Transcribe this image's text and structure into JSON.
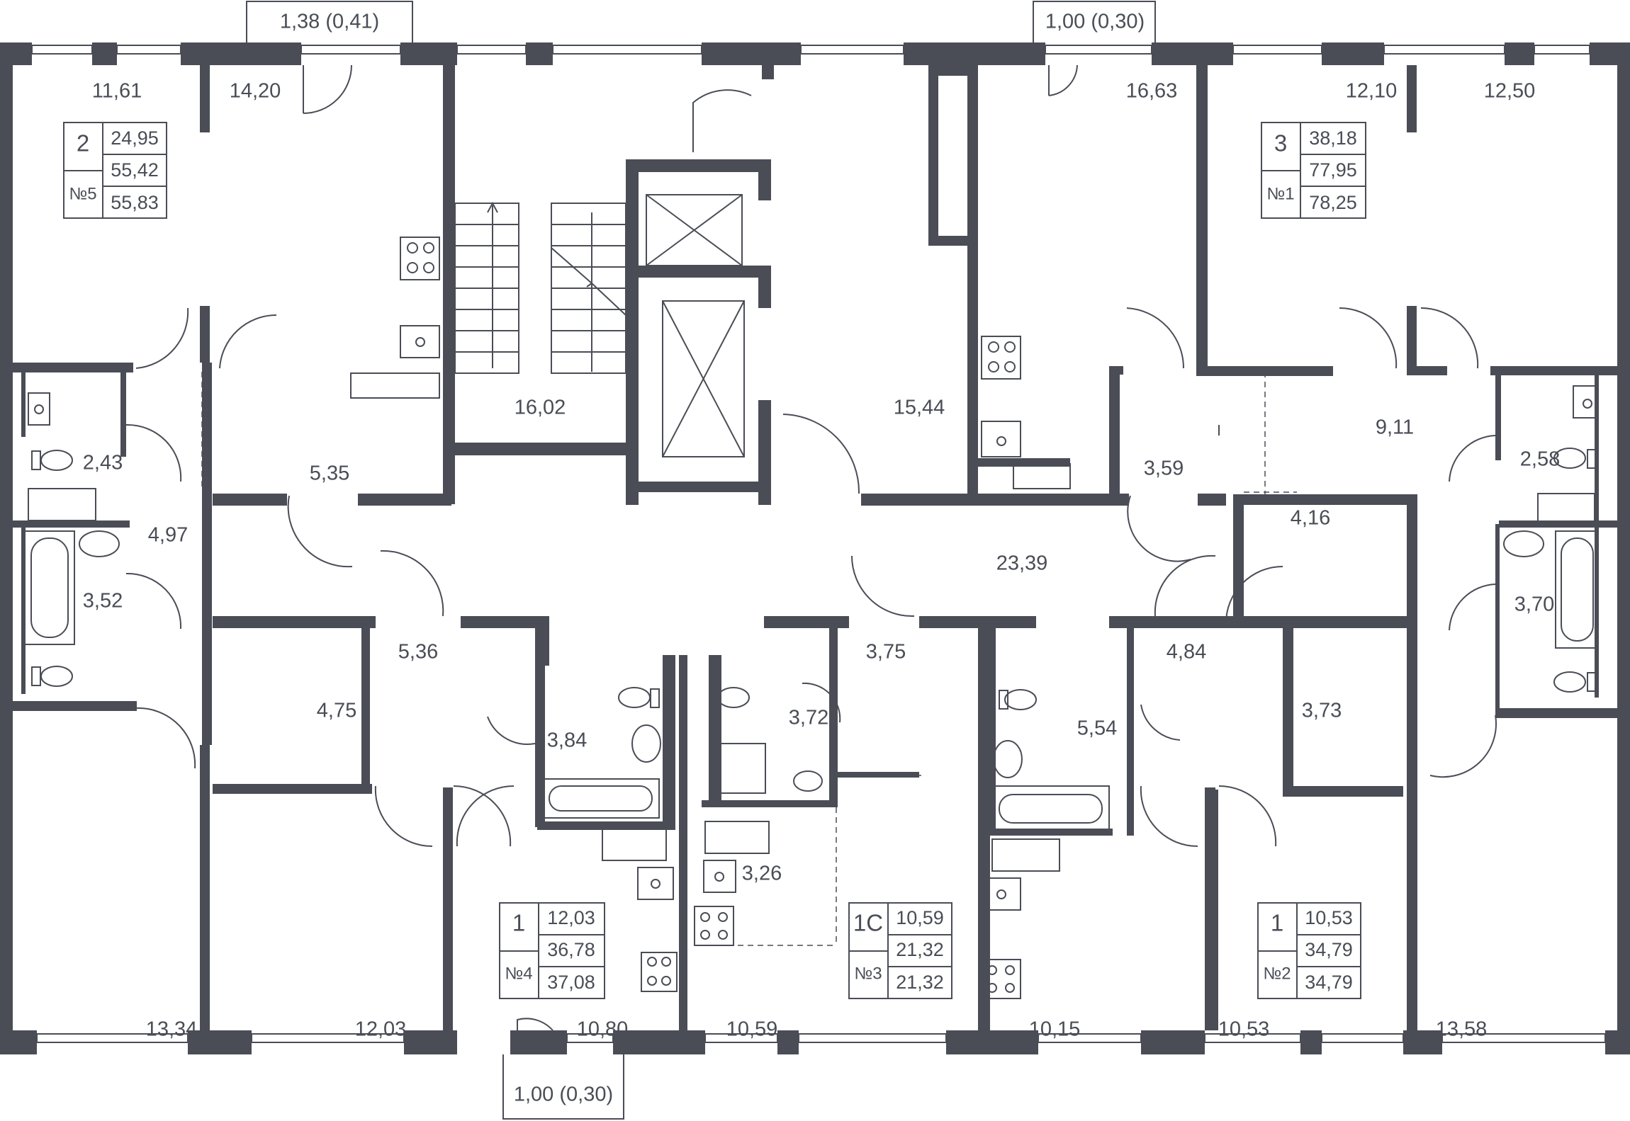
{
  "colors": {
    "wall": "#4a4d56",
    "line": "#4a4d56",
    "background": "#ffffff"
  },
  "balconies": [
    {
      "id": "b1",
      "label": "1,38  (0,41)"
    },
    {
      "id": "b2",
      "label": "1,00  (0,30)"
    },
    {
      "id": "b3",
      "label": "1,00  (0,30)"
    }
  ],
  "rooms": [
    {
      "id": "r1",
      "area": "11,61"
    },
    {
      "id": "r2",
      "area": "14,20"
    },
    {
      "id": "r3",
      "area": "16,02"
    },
    {
      "id": "r4",
      "area": "15,44"
    },
    {
      "id": "r5",
      "area": "16,63"
    },
    {
      "id": "r6",
      "area": "12,10"
    },
    {
      "id": "r7",
      "area": "12,50"
    },
    {
      "id": "r8",
      "area": "2,43"
    },
    {
      "id": "r9",
      "area": "4,97"
    },
    {
      "id": "r10",
      "area": "5,35"
    },
    {
      "id": "r11",
      "area": "3,52"
    },
    {
      "id": "r12",
      "area": "9,11"
    },
    {
      "id": "r13",
      "area": "3,59"
    },
    {
      "id": "r14",
      "area": "2,58"
    },
    {
      "id": "r15",
      "area": "4,16"
    },
    {
      "id": "r16",
      "area": "23,39"
    },
    {
      "id": "r17",
      "area": "3,70"
    },
    {
      "id": "r18",
      "area": "5,36"
    },
    {
      "id": "r19",
      "area": "3,75"
    },
    {
      "id": "r20",
      "area": "4,84"
    },
    {
      "id": "r21",
      "area": "4,75"
    },
    {
      "id": "r22",
      "area": "3,72"
    },
    {
      "id": "r23",
      "area": "3,73"
    },
    {
      "id": "r24",
      "area": "3,84"
    },
    {
      "id": "r25",
      "area": "5,54"
    },
    {
      "id": "r26",
      "area": "3,26"
    },
    {
      "id": "r27",
      "area": "13,34"
    },
    {
      "id": "r28",
      "area": "12,03"
    },
    {
      "id": "r29",
      "area": "10,80"
    },
    {
      "id": "r30",
      "area": "10,59"
    },
    {
      "id": "r31",
      "area": "10,15"
    },
    {
      "id": "r32",
      "area": "10,53"
    },
    {
      "id": "r33",
      "area": "13,58"
    }
  ],
  "apartments": [
    {
      "id": "a5",
      "rooms": "2",
      "number": "№5",
      "living": "24,95",
      "total": "55,42",
      "total_with_balcony": "55,83"
    },
    {
      "id": "a1",
      "rooms": "3",
      "number": "№1",
      "living": "38,18",
      "total": "77,95",
      "total_with_balcony": "78,25"
    },
    {
      "id": "a4",
      "rooms": "1",
      "number": "№4",
      "living": "12,03",
      "total": "36,78",
      "total_with_balcony": "37,08"
    },
    {
      "id": "a3",
      "rooms": "1С",
      "number": "№3",
      "living": "10,59",
      "total": "21,32",
      "total_with_balcony": "21,32"
    },
    {
      "id": "a2",
      "rooms": "1",
      "number": "№2",
      "living": "10,53",
      "total": "34,79",
      "total_with_balcony": "34,79"
    }
  ]
}
